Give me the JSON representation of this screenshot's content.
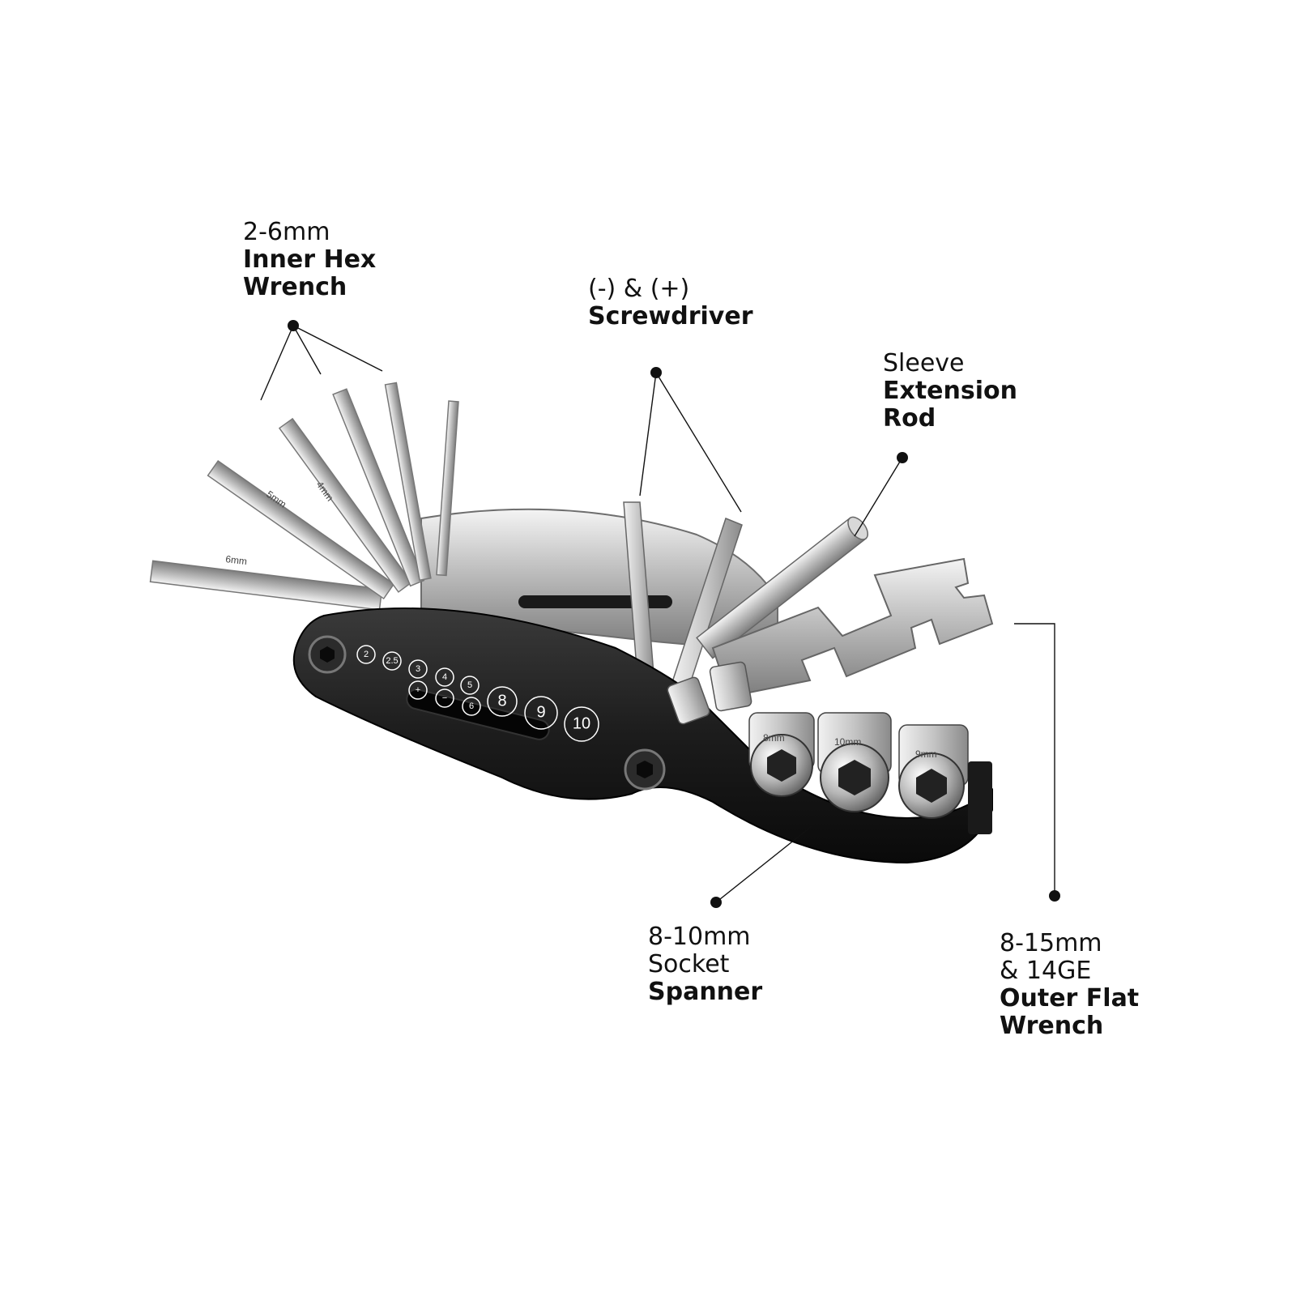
{
  "callouts": {
    "hex": {
      "line1": "2-6mm",
      "line2": "Inner Hex",
      "line3": "Wrench"
    },
    "screwdriver": {
      "line1": "(-) & (+)",
      "line2": "Screwdriver"
    },
    "sleeve": {
      "line1": "Sleeve",
      "line2": "Extension",
      "line3": "Rod"
    },
    "socket": {
      "line1": "8-10mm",
      "line2": "Socket",
      "line3": "Spanner"
    },
    "flat": {
      "line1": "8-15mm",
      "line2": "& 14GE",
      "line3": "Outer Flat",
      "line4": "Wrench"
    }
  },
  "tool_markings": {
    "handle_sizes": [
      "2",
      "2.5",
      "3",
      "4",
      "5",
      "+",
      "−",
      "6"
    ],
    "handle_large_sizes": [
      "8",
      "9",
      "10"
    ],
    "hex_keys": [
      "6mm",
      "5mm",
      "4mm"
    ],
    "sockets": [
      "8mm",
      "10mm",
      "9mm"
    ]
  },
  "colors": {
    "text": "#111111",
    "handle": "#1c1c1c",
    "steel": "#c8c8c8",
    "leader": "#111111"
  }
}
